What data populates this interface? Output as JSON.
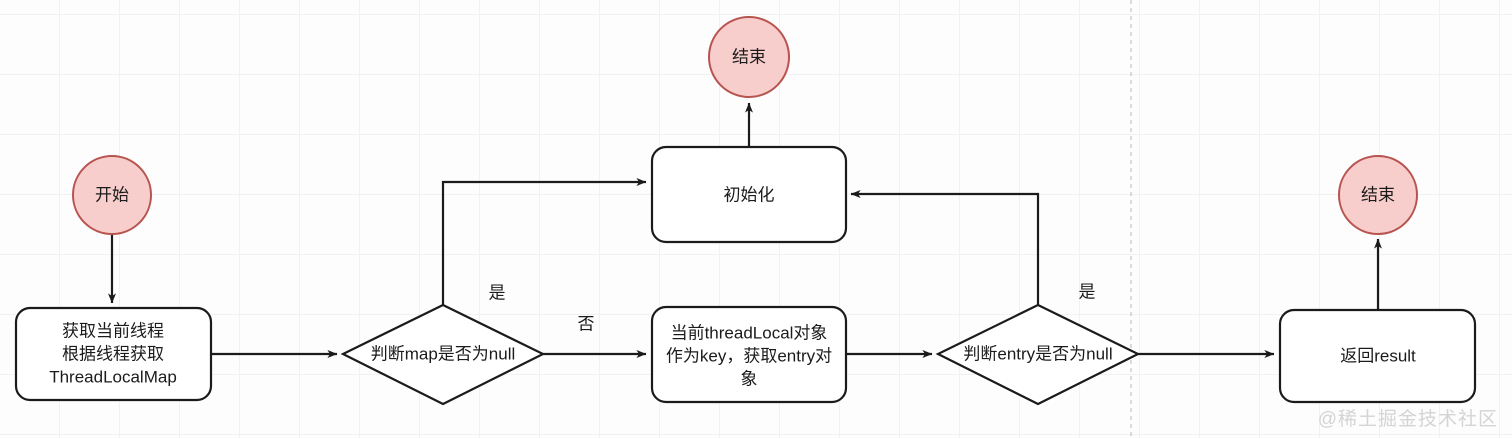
{
  "diagram": {
    "title": "ThreadLocal get flowchart",
    "colors": {
      "terminator_fill": "#f8cecc",
      "terminator_stroke": "#b85450",
      "process_fill": "#ffffff",
      "process_stroke": "#1b1b1b",
      "edge": "#1b1b1b",
      "grid": "#f1f1f1",
      "page_break": "#b9b9b9",
      "watermark": "#d4d4d4"
    },
    "nodes": {
      "start": {
        "label": "开始",
        "shape": "circle"
      },
      "get_map": {
        "lines": [
          "获取当前线程",
          "根据线程获取",
          "ThreadLocalMap"
        ],
        "shape": "rounded-rect"
      },
      "map_null": {
        "label": "判断map是否为null",
        "shape": "diamond"
      },
      "init": {
        "label": "初始化",
        "shape": "rounded-rect"
      },
      "end_top": {
        "label": "结束",
        "shape": "circle"
      },
      "get_entry": {
        "lines": [
          "当前threadLocal对象",
          "作为key，获取entry对",
          "象"
        ],
        "shape": "rounded-rect"
      },
      "entry_null": {
        "label": "判断entry是否为null",
        "shape": "diamond"
      },
      "return_result": {
        "label": "返回result",
        "shape": "rounded-rect"
      },
      "end_right": {
        "label": "结束",
        "shape": "circle"
      }
    },
    "edge_labels": {
      "map_yes": "是",
      "map_no": "否",
      "entry_yes": "是"
    },
    "watermark": "@稀土掘金技术社区"
  }
}
